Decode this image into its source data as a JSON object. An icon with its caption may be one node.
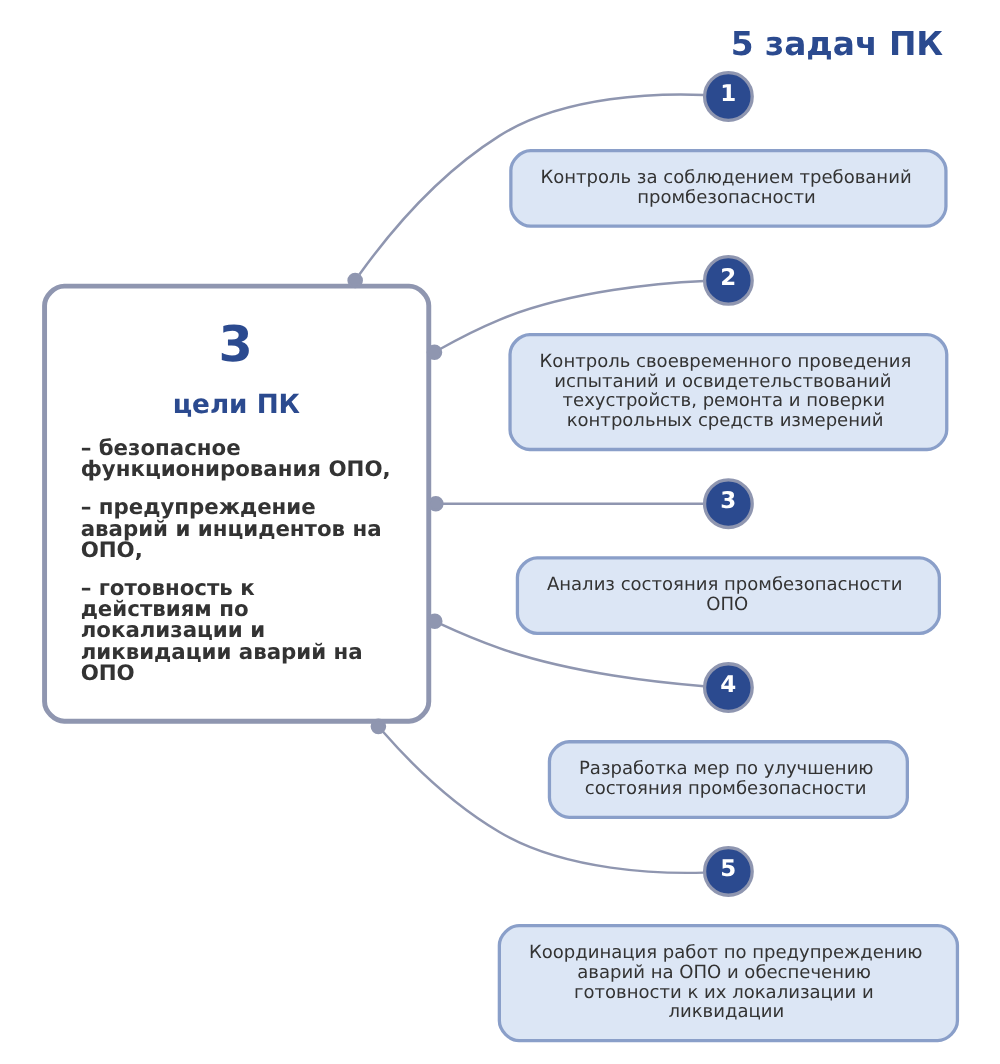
{
  "diagram": {
    "title": "5 задач ПК",
    "nodes": [
      {
        "text": [
          "3",
          "цели ПК",
          "– безопасное функционирования ОПО,",
          "– предупреждение аварий и инцидентов на ОПО,",
          "– готовность к действиям по локализации и ликвидации аварий на ОПО"
        ]
      },
      {
        "text": [
          "1"
        ]
      },
      {
        "text": [
          "Контроль за соблюдением требований промбезопасности"
        ]
      },
      {
        "text": [
          "2"
        ]
      },
      {
        "text": [
          "Контроль своевременного проведения испытаний и освидетельствований техустройств, ремонта и поверки контрольных средств измерений"
        ]
      },
      {
        "text": [
          "3"
        ]
      },
      {
        "text": [
          "Анализ состояния промбезопасности ОПО"
        ]
      },
      {
        "text": [
          "4"
        ]
      },
      {
        "text": [
          "Разработка мер по улучшению состояния промбезопасности"
        ]
      },
      {
        "text": [
          "5"
        ]
      },
      {
        "text": [
          "Координация работ по предупреждению аварий на ОПО и обеспечению готовности к их локализации и ликвидации"
        ]
      }
    ],
    "edges": [
      {
        "from": 0,
        "to": 1,
        "arrow": "other"
      },
      {
        "from": 0,
        "to": 3,
        "arrow": "other"
      },
      {
        "from": 0,
        "to": 5,
        "arrow": "other"
      },
      {
        "from": 0,
        "to": 7,
        "arrow": "other"
      },
      {
        "from": 0,
        "to": 9,
        "arrow": "other"
      }
    ]
  }
}
